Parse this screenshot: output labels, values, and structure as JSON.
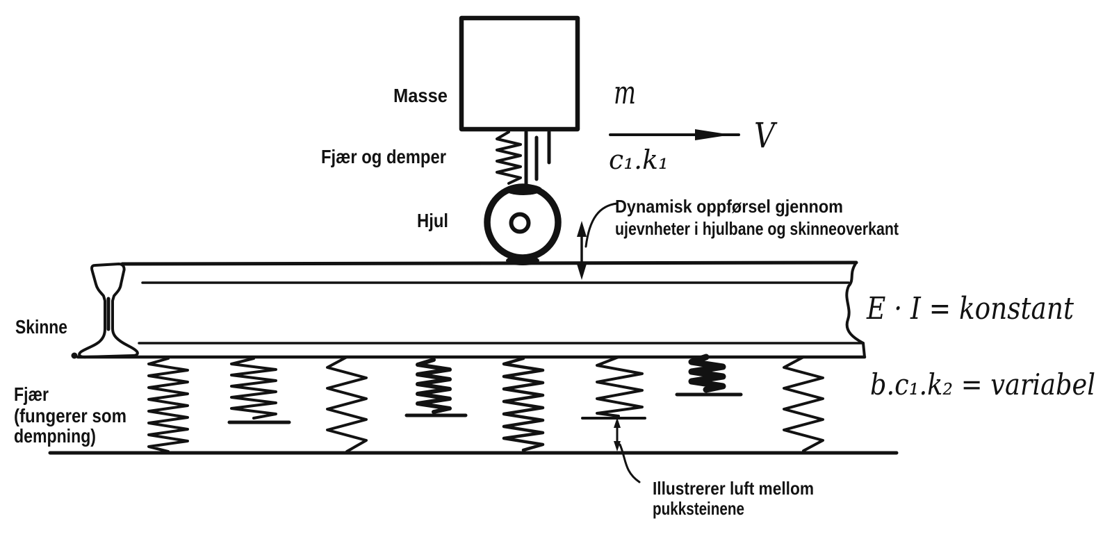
{
  "diagram": {
    "labels": {
      "masse": "Masse",
      "fjaer_og_demper": "Fjær og demper",
      "hjul": "Hjul",
      "skinne": "Skinne",
      "fjaer_dempning_1": "Fjær",
      "fjaer_dempning_2": "(fungerer som",
      "fjaer_dempning_3": "dempning)",
      "dynamisk_1": "Dynamisk oppførsel gjennom",
      "dynamisk_2": "ujevnheter i hjulbane og skinneoverkant",
      "luft_1": "Illustrerer luft mellom",
      "luft_2": "pukksteinene"
    },
    "symbols": {
      "mass": "m",
      "primary_suspension": "c₁.k₁",
      "velocity": "V",
      "rail_formula": "E · I = konstant",
      "ballast_formula": "b.c₁.k₂ = variabel"
    },
    "colors": {
      "ink": "#121212",
      "background": "#ffffff"
    }
  }
}
